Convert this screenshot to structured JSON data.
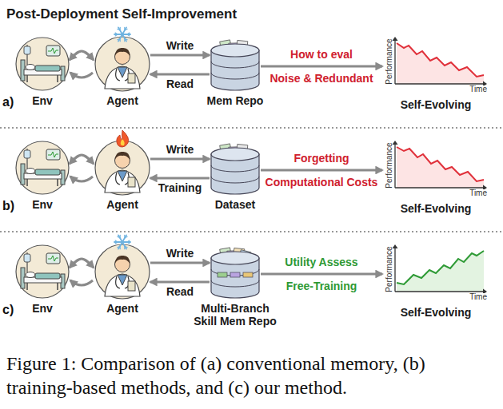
{
  "diagram": {
    "title": "Post-Deployment Self-Improvement",
    "caption": "Figure 1: Comparison of (a) conventional memory, (b) training-based methods, and (c) our method.",
    "nodes": [
      {
        "text": [
          "Env"
        ]
      },
      {
        "text": [
          "Agent"
        ]
      },
      {
        "text": [
          "Mem Repo"
        ]
      },
      {
        "text": [
          "Performance",
          "Time",
          "Self-Evolving"
        ]
      },
      {
        "text": [
          "Env"
        ]
      },
      {
        "text": [
          "Agent"
        ]
      },
      {
        "text": [
          "Dataset"
        ]
      },
      {
        "text": [
          "Performance",
          "Time",
          "Self-Evolving"
        ]
      },
      {
        "text": [
          "Env"
        ]
      },
      {
        "text": [
          "Agent"
        ]
      },
      {
        "text": [
          "Multi-Branch Skill Mem Repo"
        ]
      },
      {
        "text": [
          "Performance",
          "Time",
          "Self-Evolving"
        ]
      }
    ],
    "edges": [
      {
        "from": 0,
        "to": 1,
        "arrow": "both"
      },
      {
        "from": 1,
        "to": 2,
        "label": "Write",
        "arrow": "to"
      },
      {
        "from": 2,
        "to": 1,
        "label": "Read",
        "arrow": "to"
      },
      {
        "from": 2,
        "to": 3,
        "arrow": "to"
      },
      {
        "from": 4,
        "to": 5,
        "arrow": "both"
      },
      {
        "from": 5,
        "to": 6,
        "label": "Write",
        "arrow": "to"
      },
      {
        "from": 6,
        "to": 5,
        "label": "Training",
        "arrow": "to"
      },
      {
        "from": 6,
        "to": 7,
        "arrow": "to"
      },
      {
        "from": 8,
        "to": 9,
        "arrow": "both"
      },
      {
        "from": 9,
        "to": 10,
        "label": "Write",
        "arrow": "to"
      },
      {
        "from": 10,
        "to": 9,
        "label": "Read",
        "arrow": "to"
      },
      {
        "from": 10,
        "to": 11,
        "arrow": "to"
      }
    ],
    "labels": [
      "a)",
      "How to eval",
      "Noise & Redundant",
      "b)",
      "Forgetting",
      "Computational Costs",
      "c)",
      "Utility Assess",
      "Free-Training"
    ]
  }
}
